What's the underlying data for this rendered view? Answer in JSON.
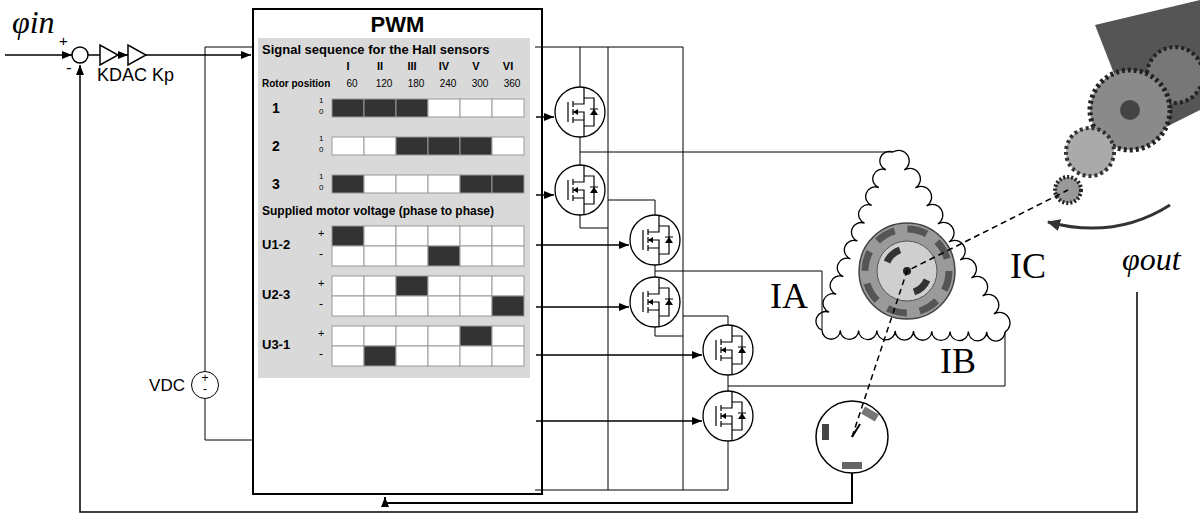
{
  "diagram": {
    "nodes": [
      {
        "text": [
          "PWM"
        ]
      },
      {
        "text": [
          "VDC",
          "+",
          "-"
        ]
      }
    ],
    "labels": [
      "φin",
      "+",
      "-",
      "KDAC",
      "Kp",
      "Signal sequence for the Hall sensors",
      "I",
      "II",
      "III",
      "IV",
      "V",
      "VI",
      "Rotor position",
      "60",
      "120",
      "180",
      "240",
      "300",
      "360",
      "1",
      "1",
      "0",
      "2",
      "1",
      "0",
      "3",
      "1",
      "0",
      "Supplied motor voltage (phase to phase)",
      "U1-2",
      "+",
      "-",
      "U2-3",
      "+",
      "-",
      "U3-1",
      "+",
      "-",
      "IA",
      "IC",
      "IB",
      "φout"
    ]
  }
}
